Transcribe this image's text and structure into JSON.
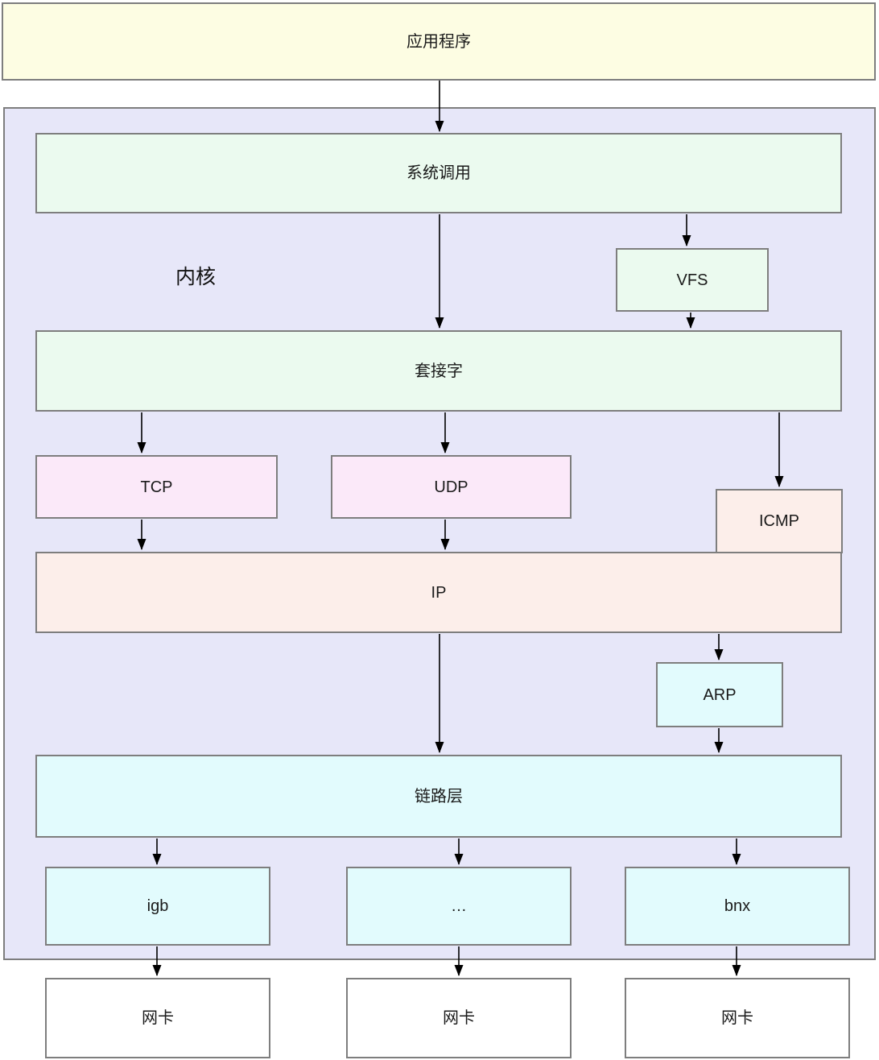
{
  "diagram": {
    "application_label": "应用程序",
    "kernel_label": "内核",
    "nodes": {
      "syscall": "系统调用",
      "vfs": "VFS",
      "socket": "套接字",
      "tcp": "TCP",
      "udp": "UDP",
      "icmp": "ICMP",
      "ip": "IP",
      "arp": "ARP",
      "link_layer": "链路层",
      "driver_igb": "igb",
      "driver_dots": "…",
      "driver_bnx": "bnx",
      "nic": "网卡"
    },
    "colors": {
      "app_fill": "#FDFDE3",
      "kernel_fill": "#E7E7F9",
      "green_fill": "#EBFAEF",
      "pink_fill": "#FBE9F9",
      "peach_fill": "#FCEEEA",
      "cyan_fill": "#E2FBFD",
      "nic_fill": "#FFFFFF",
      "border": "#7E7E7E",
      "arrow": "#000000"
    }
  }
}
